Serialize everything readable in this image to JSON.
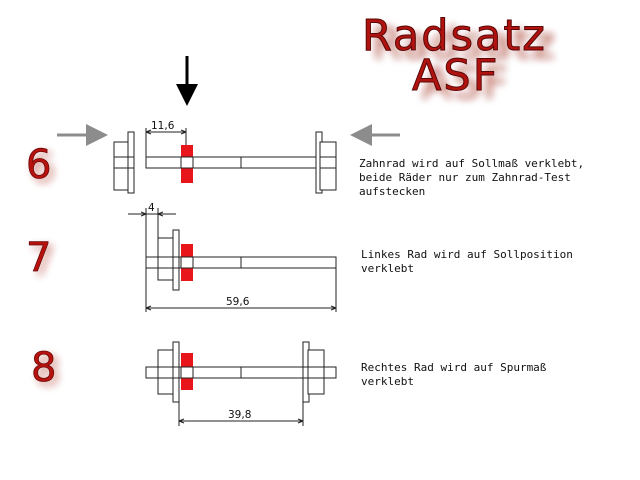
{
  "title": {
    "line1": "Radsatz",
    "line2": "ASF"
  },
  "steps": [
    {
      "number": "6",
      "note_lines": [
        "Zahnrad wird auf Sollmaß verklebt,",
        "beide Räder nur zum Zahnrad-Test",
        "aufstecken"
      ],
      "dimension": "11,6"
    },
    {
      "number": "7",
      "note_lines": [
        "Linkes Rad wird auf Sollposition",
        "verklebt"
      ],
      "dimension": "4",
      "dimension2": "59,6"
    },
    {
      "number": "8",
      "note_lines": [
        "Rechtes Rad wird auf Spurmaß",
        "verklebt"
      ],
      "dimension": "39,8"
    }
  ],
  "colors": {
    "title": "#b0130f",
    "gear": "#e8161a",
    "arrow_gray": "#8c8c8c",
    "arrow_black": "#000000"
  }
}
